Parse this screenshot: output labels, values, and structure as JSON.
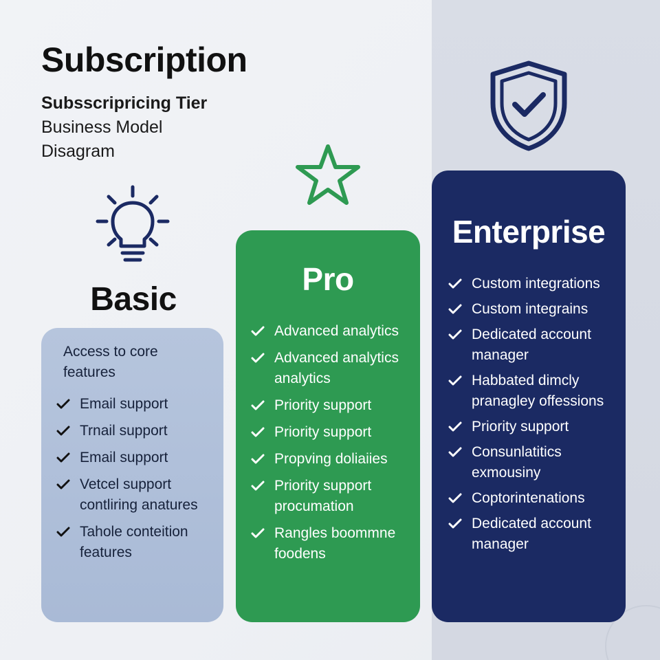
{
  "header": {
    "title": "Subscription",
    "subtitle_bold": "Subsscripricing Tier",
    "subtitle_line2": "Business Model",
    "subtitle_line3": "Disagram"
  },
  "colors": {
    "basic": "#aebfda",
    "pro": "#2e9a52",
    "enterprise": "#1b2a63",
    "star": "#2e9a52",
    "icon_dark": "#1b2a63"
  },
  "icons": {
    "basic": "lightbulb-icon",
    "pro": "star-icon",
    "enterprise": "shield-check-icon",
    "feature": "check-icon"
  },
  "tiers": {
    "basic": {
      "name": "Basic",
      "intro": "Access to core features",
      "features": [
        "Email support",
        "Trnail support",
        "Email support",
        "Vetcel support contliring anatures",
        "Tahole conteition features"
      ]
    },
    "pro": {
      "name": "Pro",
      "features": [
        "Advanced analytics",
        "Advanced analytics analytics",
        "Priority support",
        "Priority support",
        "Propving doliaiies",
        "Priority support procumation",
        "Rangles boommne foodens"
      ]
    },
    "enterprise": {
      "name": "Enterprise",
      "features": [
        "Custom integrations",
        "Custom integrains",
        "Dedicated account manager",
        "Habbated dimcly pranagley offessions",
        "Priority support",
        "Consunlatitics exmousiny",
        "Coptorintenations",
        "Dedicated account manager"
      ]
    }
  }
}
